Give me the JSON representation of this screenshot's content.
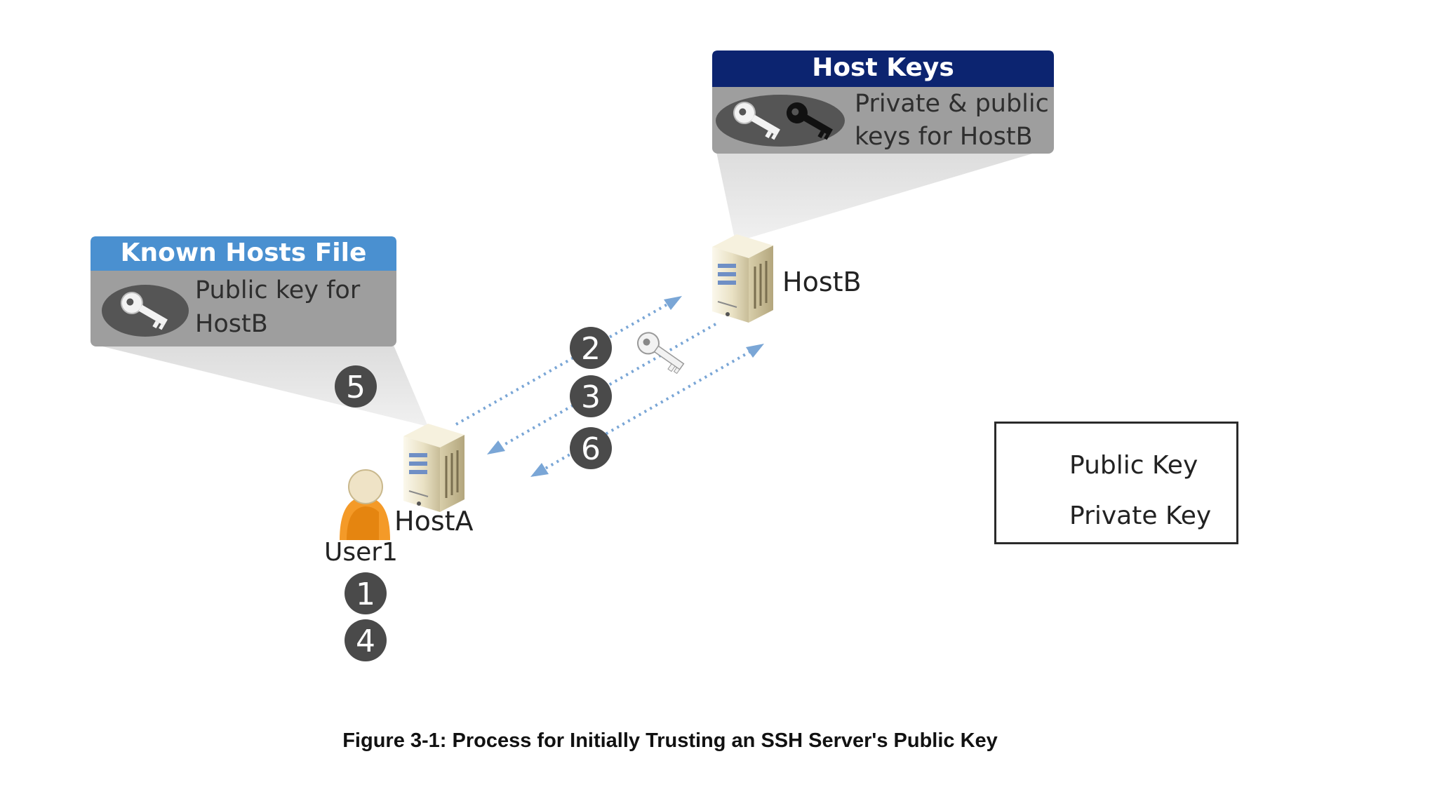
{
  "known_hosts": {
    "title": "Known Hosts File",
    "body_line1": "Public key for",
    "body_line2": "HostB"
  },
  "host_keys": {
    "title": "Host Keys",
    "body_line1": "Private & public",
    "body_line2": "keys for HostB"
  },
  "hosts": {
    "a": "HostA",
    "b": "HostB"
  },
  "user": "User1",
  "steps": {
    "s1": "1",
    "s2": "2",
    "s3": "3",
    "s4": "4",
    "s5": "5",
    "s6": "6"
  },
  "legend": {
    "public": "Public Key",
    "private": "Private Key"
  },
  "caption": "Figure 3-1: Process for Initially Trusting an SSH Server's Public Key",
  "colors": {
    "host_keys_header": "#0c2470",
    "known_hosts_header": "#4a90d0",
    "callout_body": "#9e9e9e",
    "badge": "#4a4a4a",
    "arrow": "#7aa6d6",
    "user": "#f49a28"
  }
}
